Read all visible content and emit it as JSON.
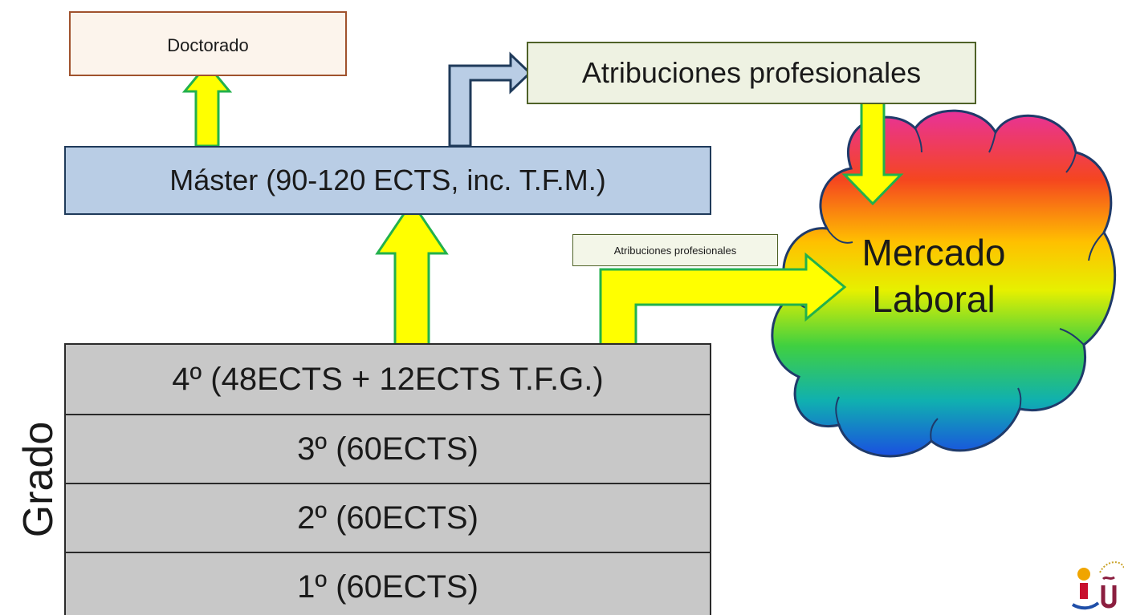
{
  "doctorado": {
    "label": "Doctorado"
  },
  "atribuciones_top": {
    "label": "Atribuciones profesionales"
  },
  "master": {
    "label": "Máster (90-120 ECTS, inc. T.F.M.)"
  },
  "atribuciones_small": {
    "label": "Atribuciones profesionales"
  },
  "mercado": {
    "line1": "Mercado",
    "line2": "Laboral"
  },
  "grado": {
    "label": "Grado",
    "years": [
      {
        "label": "4º (48ECTS + 12ECTS T.F.G.)"
      },
      {
        "label": "3º (60ECTS)"
      },
      {
        "label": "2º (60ECTS)"
      },
      {
        "label": "1º (60ECTS)"
      }
    ]
  },
  "colors": {
    "arrow_fill": "#ffff00",
    "arrow_stroke": "#22b14c",
    "master_fill": "#b9cde5",
    "grado_fill": "#c8c8c8",
    "doctorado_border": "#a0522d",
    "atribuciones_border": "#4f6228"
  },
  "logo": {
    "icon": "university-logo"
  }
}
